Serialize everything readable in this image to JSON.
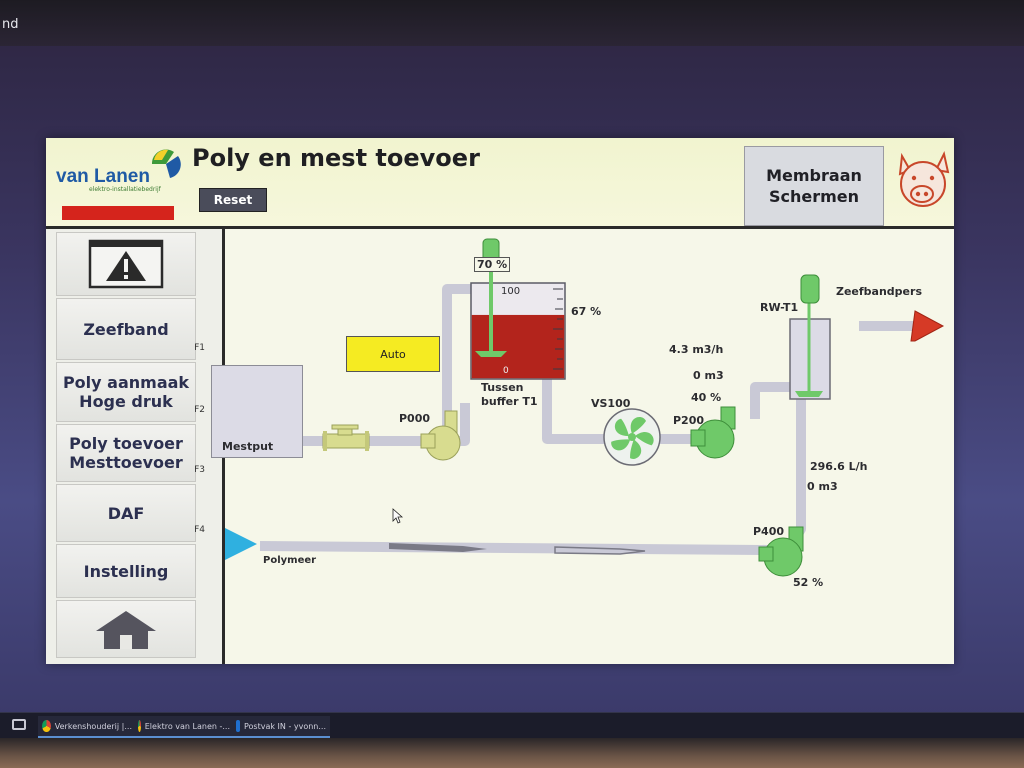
{
  "screen_fragment": "nd",
  "taskbar": {
    "items": [
      {
        "label": "Verkenshouderij |...",
        "icon": "chrome-icon"
      },
      {
        "label": "Elektro van Lanen -...",
        "icon": "chrome-icon"
      },
      {
        "label": "Postvak IN - yvonn...",
        "icon": "outlook-icon"
      }
    ]
  },
  "header": {
    "logo_text_main": "van Lanen",
    "logo_text_sub": "elektro-installatiebedrijf",
    "title": "Poly en mest toevoer",
    "reset_label": "Reset",
    "membraan_label": "Membraan Schermen"
  },
  "sidebar": {
    "items": [
      {
        "label": "",
        "icon": "warning-icon",
        "fkey": ""
      },
      {
        "label": "Zeefband",
        "fkey": "F1"
      },
      {
        "label": "Poly aanmaak Hoge druk",
        "fkey": "F2"
      },
      {
        "label": "Poly toevoer Mesttoevoer",
        "fkey": "F3"
      },
      {
        "label": "DAF",
        "fkey": "F4"
      },
      {
        "label": "Instelling",
        "fkey": ""
      },
      {
        "label": "",
        "icon": "home-icon",
        "fkey": ""
      }
    ]
  },
  "process": {
    "auto_label": "Auto",
    "mestput_label": "Mestput",
    "p000_label": "P000",
    "mixer_speed": "70 %",
    "tank_scale_top": "100",
    "tank_scale_bottom": "0",
    "tank_level_text": "67 %",
    "tank_level": 0.67,
    "tank_label_line1": "Tussen",
    "tank_label_line2": "buffer T1",
    "vs100_label": "VS100",
    "p200_label": "P200",
    "p200_flow": "4.3 m3/h",
    "p200_total": "0 m3",
    "p200_speed": "40 %",
    "rwt1_label": "RW-T1",
    "zeefbandpers_label": "Zeefbandpers",
    "p400_flow": "296.6 L/h",
    "p400_total": "0 m3",
    "p400_label": "P400",
    "p400_speed": "52 %",
    "polymeer_label": "Polymeer"
  },
  "colors": {
    "pump_active": "#6fc969",
    "pump_idle": "#d8dc8f",
    "tank_liquid": "#b3241c",
    "pipe": "#c9c9d6",
    "polymeer_inlet": "#2fb0e0",
    "outlet_arrow": "#d63a26",
    "auto_button": "#f5eb22"
  }
}
